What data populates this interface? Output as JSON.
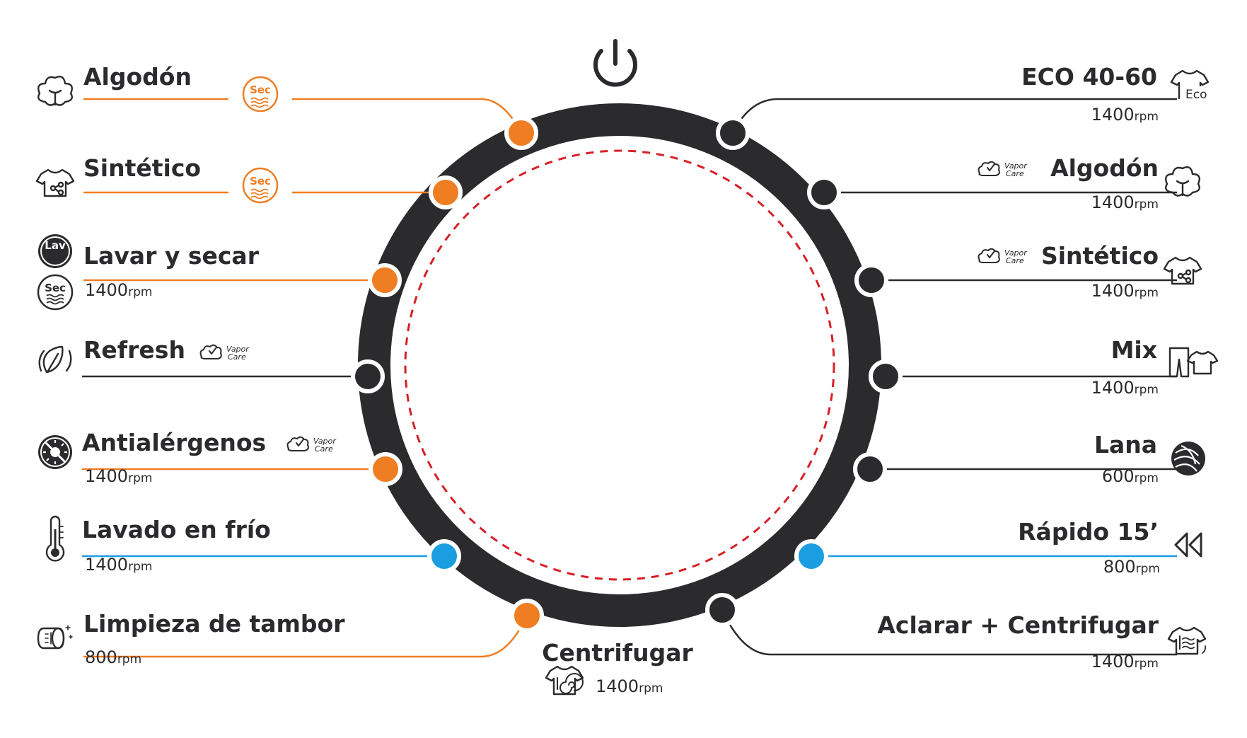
{
  "colors": {
    "orange": "#ef7d22",
    "dark": "#2b2a2d",
    "blue": "#1b9de2",
    "dashed_ring": "#d71f26"
  },
  "power_button": {
    "icon": "power-icon"
  },
  "left_programs": [
    {
      "name": "Algodón",
      "rpm": "",
      "unit": "",
      "icon": "cotton-icon",
      "badge": "Sec",
      "line": "orange"
    },
    {
      "name": "Sintético",
      "rpm": "",
      "unit": "",
      "icon": "synthetic-shirt-icon",
      "badge": "Sec",
      "line": "orange"
    },
    {
      "name": "Lavar y secar",
      "rpm": "1400",
      "unit": "rpm",
      "icon": "wash-dry-icon",
      "icon_labels": [
        "Lav",
        "Sec"
      ],
      "line": "orange"
    },
    {
      "name": "Refresh",
      "rpm": "",
      "unit": "",
      "icon": "refresh-leaf-icon",
      "badge": "Vapor Care",
      "line": "dark"
    },
    {
      "name": "Antialérgenos",
      "rpm": "1400",
      "unit": "rpm",
      "icon": "anti-allergen-icon",
      "badge": "Vapor Care",
      "line": "orange"
    },
    {
      "name": "Lavado en frío",
      "rpm": "1400",
      "unit": "rpm",
      "icon": "thermometer-icon",
      "line": "blue"
    },
    {
      "name": "Limpieza de tambor",
      "rpm": "800",
      "unit": "rpm",
      "icon": "drum-clean-icon",
      "line": "orange"
    }
  ],
  "right_programs": [
    {
      "name": "ECO 40-60",
      "rpm": "1400",
      "unit": "rpm",
      "icon": "eco-shirt-icon",
      "icon_label": "Eco",
      "line": "dark"
    },
    {
      "name": "Algodón",
      "rpm": "1400",
      "unit": "rpm",
      "icon": "cotton-icon",
      "badge": "Vapor Care",
      "line": "dark"
    },
    {
      "name": "Sintético",
      "rpm": "1400",
      "unit": "rpm",
      "icon": "synthetic-shirt-icon",
      "badge": "Vapor Care",
      "line": "dark"
    },
    {
      "name": "Mix",
      "rpm": "1400",
      "unit": "rpm",
      "icon": "mix-clothes-icon",
      "line": "dark"
    },
    {
      "name": "Lana",
      "rpm": "600",
      "unit": "rpm",
      "icon": "wool-icon",
      "line": "dark"
    },
    {
      "name": "Rápido 15’",
      "rpm": "800",
      "unit": "rpm",
      "icon": "fast-rewind-icon",
      "line": "blue"
    },
    {
      "name": "Aclarar + Centrifugar",
      "rpm": "1400",
      "unit": "rpm",
      "icon": "rinse-spin-icon",
      "line": "dark"
    }
  ],
  "bottom_program": {
    "name": "Centrifugar",
    "rpm": "1400",
    "unit": "rpm",
    "icon": "spin-icon"
  },
  "badges": {
    "sec": "Sec",
    "vapor_care": [
      "Vapor",
      "Care"
    ]
  }
}
